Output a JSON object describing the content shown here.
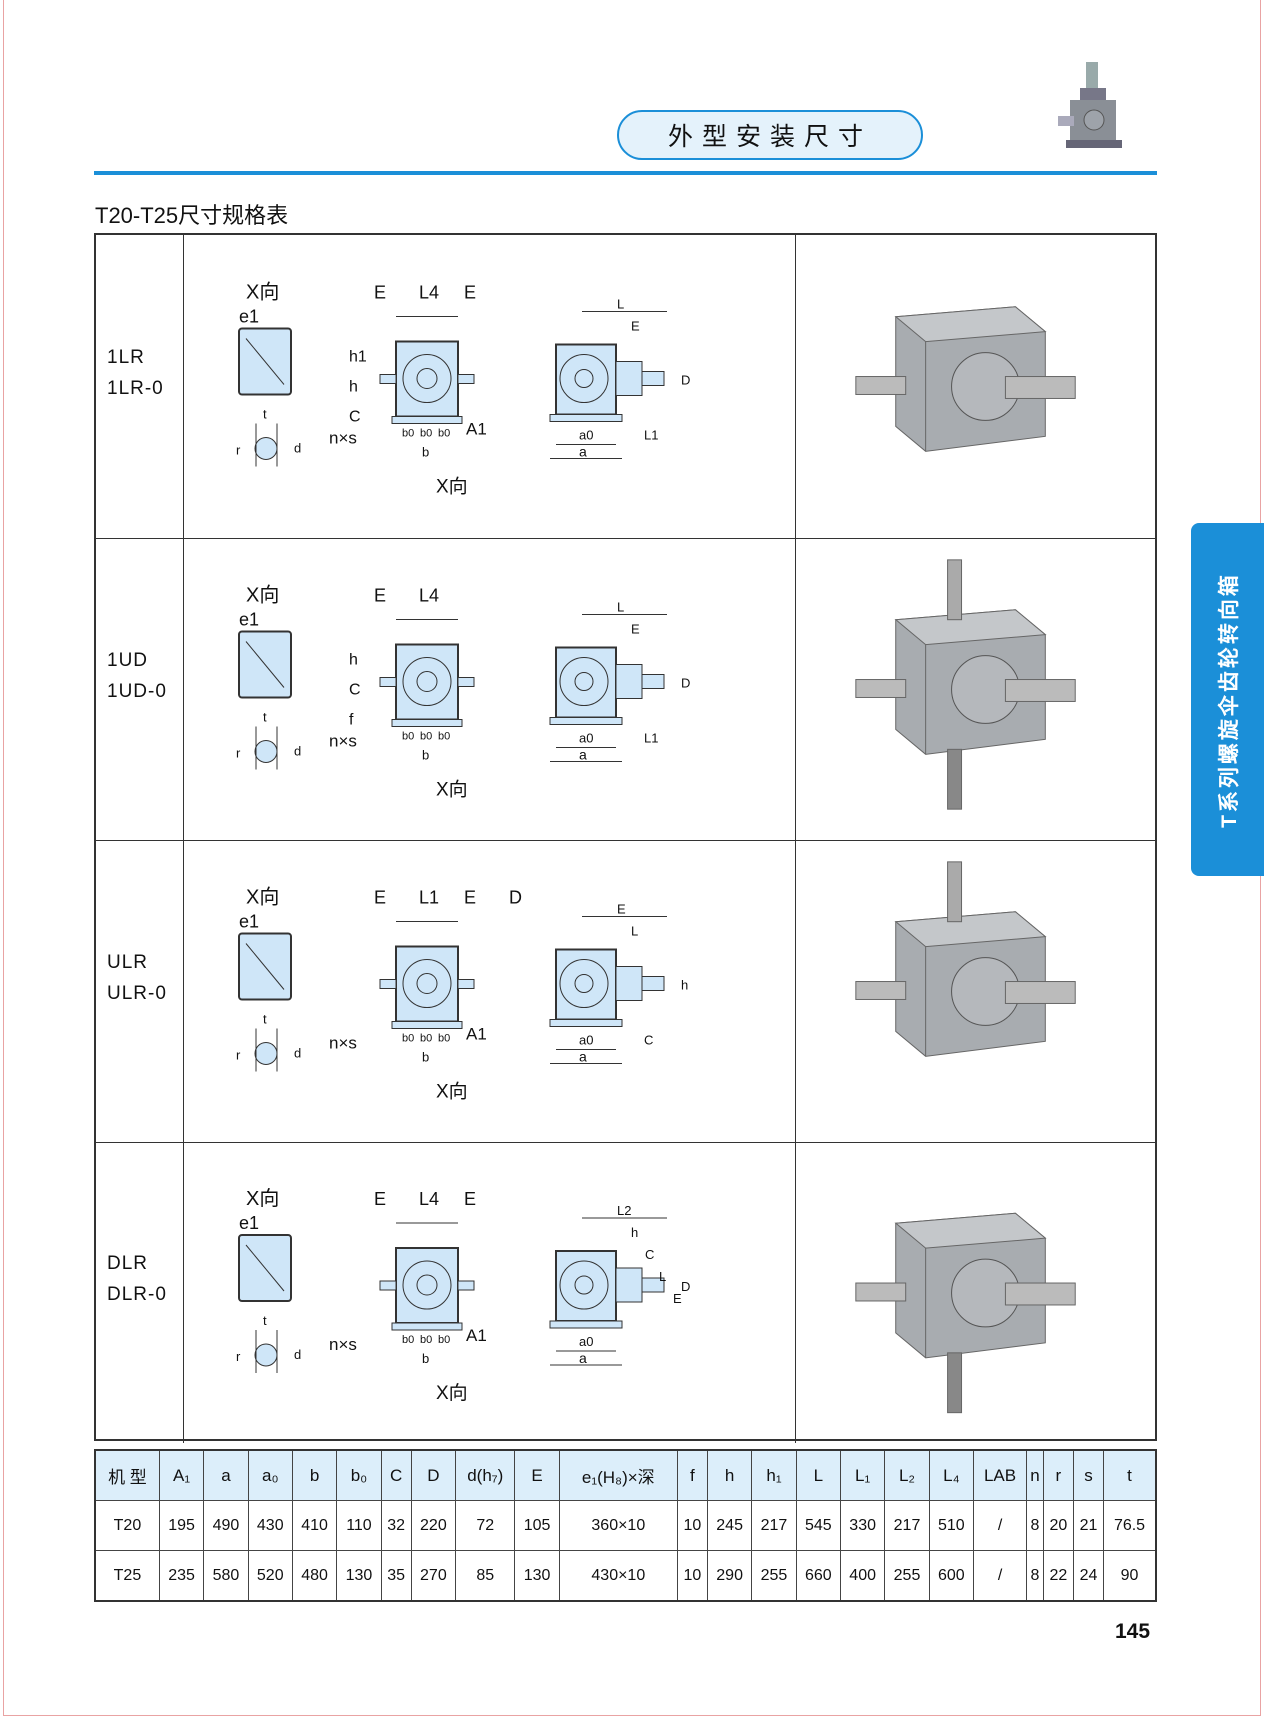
{
  "header": {
    "section_title": "外型安装尺寸",
    "subtitle": "T20-T25尺寸规格表"
  },
  "side_tab": "T系列螺旋伞齿轮转向箱",
  "page_number": "145",
  "colors": {
    "accent": "#1b8fd8",
    "header_fill": "#dceefa",
    "drawing_fill": "#cfe6f8"
  },
  "rows": [
    {
      "models": [
        "1LR",
        "1LR-0"
      ],
      "labels": {
        "view": "X向",
        "e1": "e1",
        "t": "t",
        "r": "r",
        "d": "d",
        "front_top": [
          "E",
          "L4",
          "E"
        ],
        "front_side": [
          "h1",
          "h",
          "C"
        ],
        "nxs": "n×s",
        "b0": "b0",
        "b": "b",
        "A1": "A1",
        "side_top": [
          "L",
          "E"
        ],
        "D": "D",
        "a0": "a0",
        "a": "a",
        "L1": "L1"
      }
    },
    {
      "models": [
        "1UD",
        "1UD-0"
      ],
      "labels": {
        "view": "X向",
        "e1": "e1",
        "t": "t",
        "r": "r",
        "d": "d",
        "front_top": [
          "E",
          "L4"
        ],
        "front_side": [
          "h",
          "C",
          "f"
        ],
        "nxs": "n×s",
        "b0": "b0",
        "b": "b",
        "A1": "",
        "side_top": [
          "L",
          "E"
        ],
        "D": "D",
        "a0": "a0",
        "a": "a",
        "L1": "L1"
      }
    },
    {
      "models": [
        "ULR",
        "ULR-0"
      ],
      "labels": {
        "view": "X向",
        "e1": "e1",
        "t": "t",
        "r": "r",
        "d": "d",
        "front_top": [
          "E",
          "L1",
          "E",
          "D"
        ],
        "front_side": [],
        "nxs": "n×s",
        "b0": "b0",
        "b": "b",
        "A1": "A1",
        "side_top": [
          "E",
          "L"
        ],
        "D": "h",
        "a0": "a0",
        "a": "a",
        "L1": "C"
      }
    },
    {
      "models": [
        "DLR",
        "DLR-0"
      ],
      "labels": {
        "view": "X向",
        "e1": "e1",
        "t": "t",
        "r": "r",
        "d": "d",
        "front_top": [
          "E",
          "L4",
          "E"
        ],
        "front_side": [],
        "nxs": "n×s",
        "b0": "b0",
        "b": "b",
        "A1": "A1",
        "side_top": [
          "L2",
          "h",
          "C",
          "L",
          "E"
        ],
        "D": "D",
        "a0": "a0",
        "a": "a",
        "L1": ""
      }
    }
  ],
  "spec_table": {
    "headers": [
      "机 型",
      "A₁",
      "a",
      "a₀",
      "b",
      "b₀",
      "C",
      "D",
      "d(h₇)",
      "E",
      "e₁(H₈)×深",
      "f",
      "h",
      "h₁",
      "L",
      "L₁",
      "L₂",
      "L₄",
      "LAB",
      "n",
      "r",
      "s",
      "t"
    ],
    "rows": [
      [
        "T20",
        "195",
        "490",
        "430",
        "410",
        "110",
        "32",
        "220",
        "72",
        "105",
        "360×10",
        "10",
        "245",
        "217",
        "545",
        "330",
        "217",
        "510",
        "/",
        "8",
        "20",
        "21",
        "76.5"
      ],
      [
        "T25",
        "235",
        "580",
        "520",
        "480",
        "130",
        "35",
        "270",
        "85",
        "130",
        "430×10",
        "10",
        "290",
        "255",
        "660",
        "400",
        "255",
        "600",
        "/",
        "8",
        "22",
        "24",
        "90"
      ]
    ]
  }
}
